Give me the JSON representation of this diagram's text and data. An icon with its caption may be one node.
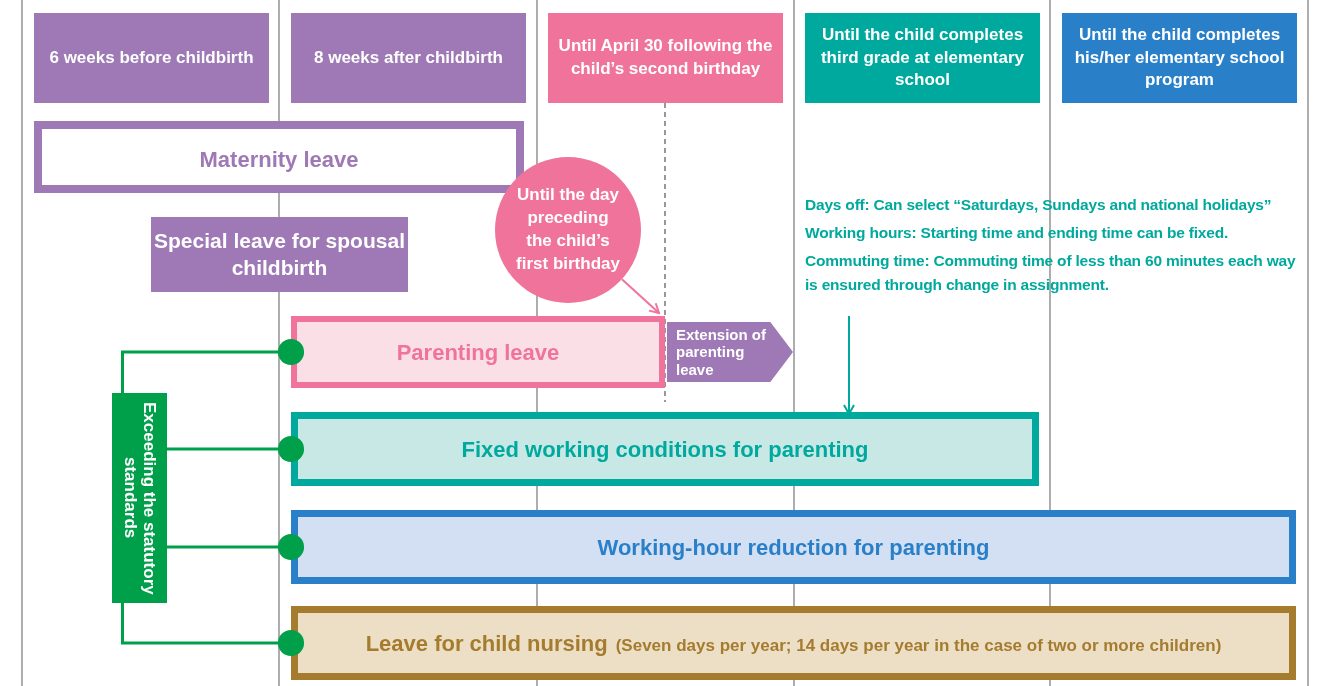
{
  "diagram": {
    "nodes": [
      {
        "text": [
          "6 weeks before childbirth"
        ]
      },
      {
        "text": [
          "8 weeks after childbirth"
        ]
      },
      {
        "text": [
          "Until April 30 following the child’s second birthday"
        ]
      },
      {
        "text": [
          "Until the child completes third grade at elementary school"
        ]
      },
      {
        "text": [
          "Until the child completes his/her elementary school program"
        ]
      },
      {
        "text": [
          "Maternity leave"
        ]
      },
      {
        "text": [
          "Special leave for spousal childbirth"
        ]
      },
      {
        "text": [
          "Until the day preceding the child’s first birthday"
        ]
      },
      {
        "text": [
          "Parenting leave"
        ]
      },
      {
        "text": [
          "Extension of parenting leave"
        ]
      },
      {
        "text": [
          "Days off: Can select “Saturdays, Sundays and national holidays”",
          "Working hours: Starting time and ending time can be fixed.",
          "Commuting time: Commuting time of less than 60 minutes each way is ensured through change in assignment."
        ]
      },
      {
        "text": [
          "Fixed working conditions for parenting"
        ]
      },
      {
        "text": [
          "Working-hour reduction for parenting"
        ]
      },
      {
        "text": [
          "Leave for child nursing",
          "(Seven days per year; 14 days per year in the case of two or more children)"
        ]
      },
      {
        "text": [
          "Exceeding the statutory standards"
        ]
      }
    ],
    "edges": [
      {
        "from": 7,
        "to": 8,
        "arrow": "to",
        "color": "#f0739c"
      },
      {
        "from": 10,
        "to": 11,
        "arrow": "to",
        "color": "#00a99d"
      },
      {
        "from": 14,
        "to": 8,
        "arrow": "other"
      },
      {
        "from": 14,
        "to": 11,
        "arrow": "other"
      },
      {
        "from": 14,
        "to": 12,
        "arrow": "other"
      },
      {
        "from": 14,
        "to": 13,
        "arrow": "other"
      }
    ]
  }
}
